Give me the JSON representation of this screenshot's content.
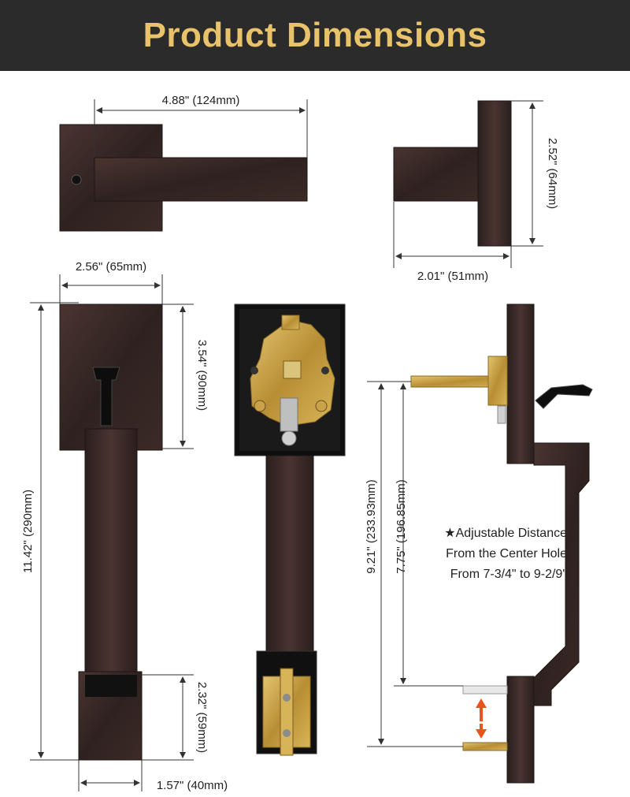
{
  "header": {
    "title": "Product Dimensions"
  },
  "dimensions": {
    "lever_length": "4.88\" (124mm)",
    "lever_height": "2.52\" (64mm)",
    "lever_projection": "2.01\" (51mm)",
    "plate_width": "2.56\" (65mm)",
    "overall_height": "11.42\" (290mm)",
    "top_plate_height": "3.54\" (90mm)",
    "bottom_base_height": "2.32\" (59mm)",
    "bottom_base_width": "1.57\" (40mm)",
    "max_distance": "9.21\" (233.93mm)",
    "min_distance": "7.75\" (196.85mm)"
  },
  "note": {
    "line1": "Adjustable Distance",
    "line2": "From the Center Hole",
    "line3": "From 7-3/4\" to 9-2/9\""
  },
  "colors": {
    "banner_bg": "#2b2b2b",
    "banner_text": "#e8c36a",
    "bronze": "#3a2a26",
    "brass": "#c9a24a",
    "arrow": "#e8541e"
  },
  "icons": {
    "note_marker": "star-icon"
  }
}
